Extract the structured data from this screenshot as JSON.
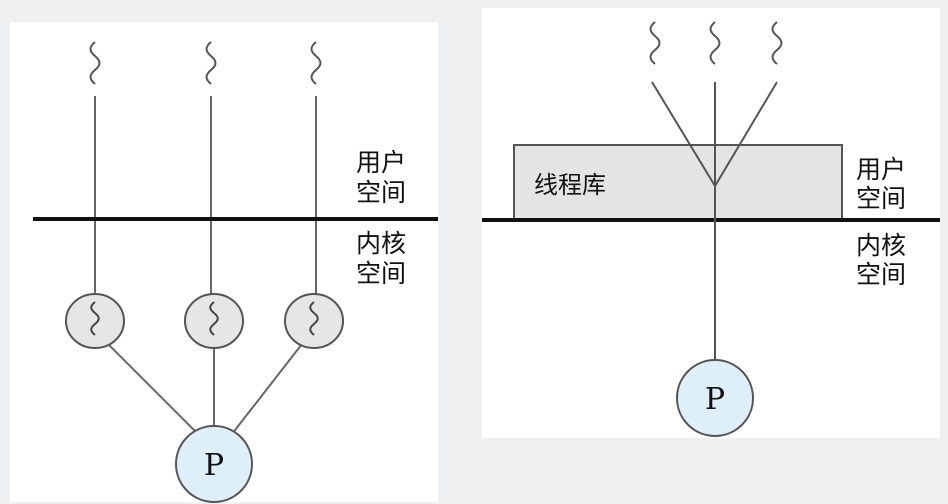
{
  "left_diagram": {
    "user_space": [
      "用户",
      "空间"
    ],
    "kernel_space": [
      "内核",
      "空间"
    ],
    "process_label": "P"
  },
  "right_diagram": {
    "thread_library": "线程库",
    "user_space": [
      "用户",
      "空间"
    ],
    "kernel_space": [
      "内核",
      "空间"
    ],
    "process_label": "P"
  },
  "colors": {
    "panel": "#ffffff",
    "background": "#eef0f2",
    "line": "#555555",
    "boundary": "#111111",
    "kernel_thread_fill": "#e6e6e6",
    "process_fill": "#dfeffa",
    "library_fill": "#e4e4e4"
  }
}
